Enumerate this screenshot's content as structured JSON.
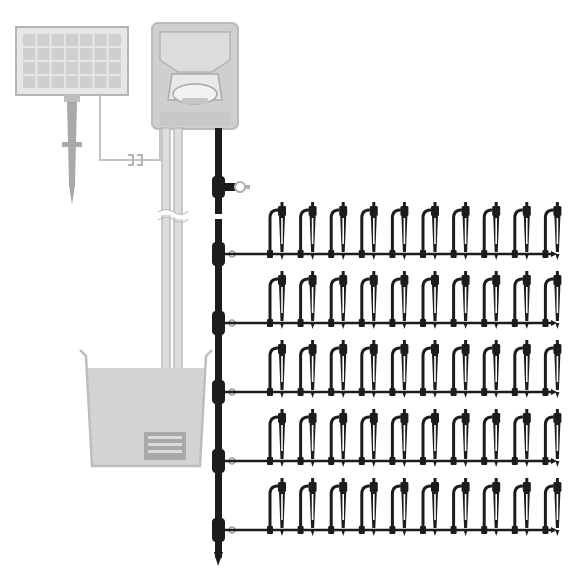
{
  "colors": {
    "background": "#ffffff",
    "component_stroke": "#b9b9b9",
    "component_fill": "#d4d4d4",
    "component_fill_light": "#e9e9e9",
    "water": "#cfcfcf",
    "pipe": "#1c1c1c",
    "dripper": "#1e1e1e",
    "dripper_highlight": "#ffffff"
  },
  "components": [
    {
      "id": "solar-panel",
      "label": ""
    },
    {
      "id": "pump-controller",
      "label": ""
    },
    {
      "id": "water-tank",
      "label": ""
    },
    {
      "id": "submersible-pump",
      "label": ""
    },
    {
      "id": "main-pipe",
      "label": ""
    },
    {
      "id": "drip-branches",
      "label": ""
    }
  ],
  "drip_array": {
    "rows": 5,
    "drippers_per_row": 10
  }
}
